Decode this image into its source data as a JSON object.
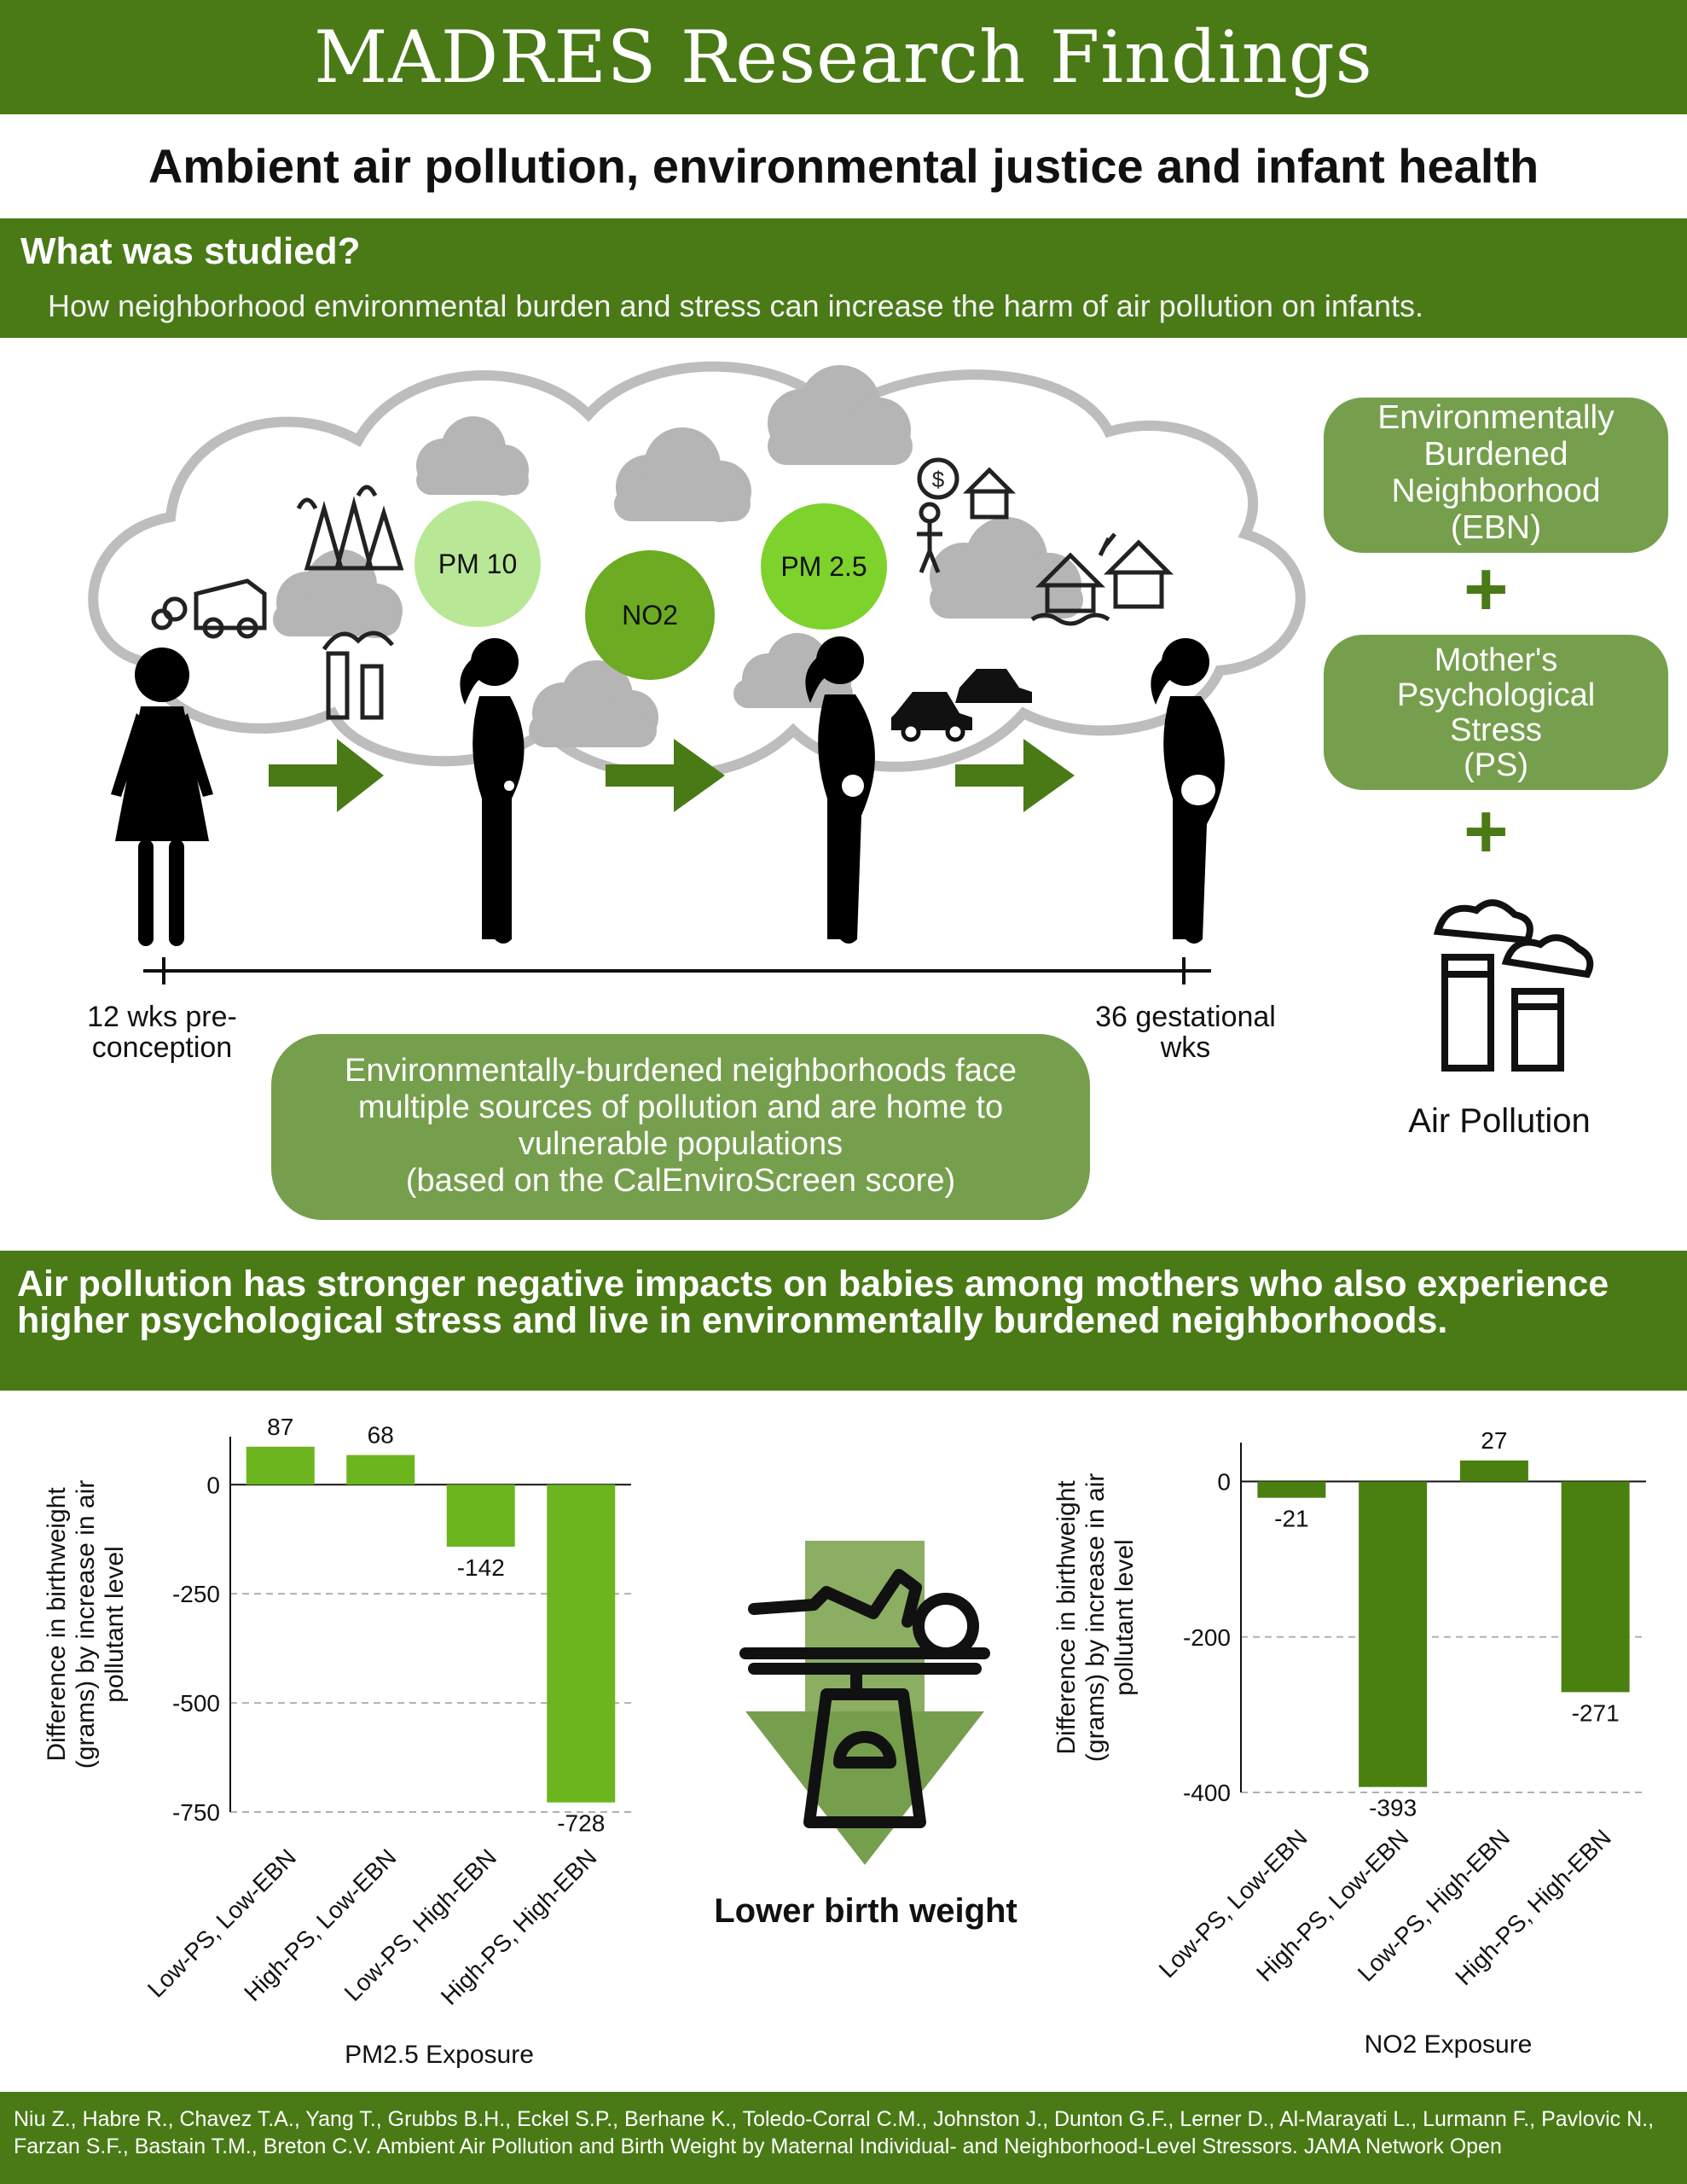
{
  "header": {
    "title": "MADRES Research Findings",
    "subtitle": "Ambient air pollution, environmental justice and infant health"
  },
  "studied": {
    "heading": "What was studied?",
    "description": "How neighborhood environmental burden and stress can increase the harm of air pollution on infants."
  },
  "timeline": {
    "pollutants": [
      "PM 10",
      "NO2",
      "PM 2.5"
    ],
    "start_label": [
      "12 wks pre-",
      "conception"
    ],
    "end_label": [
      "36 gestational",
      "wks"
    ],
    "note": [
      "Environmentally-burdened neighborhoods face",
      "multiple sources of pollution and are home to",
      "vulnerable populations",
      "(based on the CalEnviroScreen score)"
    ]
  },
  "factors": {
    "ebn": [
      "Environmentally",
      "Burdened",
      "Neighborhood",
      "(EBN)"
    ],
    "ps": [
      "Mother's",
      "Psychological",
      "Stress",
      "(PS)"
    ],
    "air": "Air Pollution",
    "plus": "+"
  },
  "finding": {
    "text": "Air pollution has stronger negative impacts on babies among mothers who also experience higher psychological stress and live in environmentally burdened neighborhoods."
  },
  "center_icon": {
    "label": "Lower birth weight"
  },
  "colors": {
    "dark_green": "#497a16",
    "mid_green": "#769f4d",
    "light_green": "#b8e896",
    "bright_green": "#6cba1e",
    "chart_pm25": "#6cb51e",
    "chart_no2": "#4a8010"
  },
  "chart_data": [
    {
      "type": "bar",
      "title": "",
      "xlabel": "PM2.5 Exposure",
      "ylabel": [
        "Difference in birthweight",
        "(grams) by increase in air",
        "pollutant level"
      ],
      "categories": [
        "Low-PS, Low-EBN",
        "High-PS, Low-EBN",
        "Low-PS, High-EBN",
        "High-PS, High-EBN"
      ],
      "values": [
        87,
        68,
        -142,
        -728
      ],
      "value_labels": [
        "87",
        "68",
        "-142",
        "-728"
      ],
      "yticks": [
        0,
        -250,
        -500,
        -750
      ],
      "ylim": [
        -750,
        110
      ],
      "grid": true
    },
    {
      "type": "bar",
      "title": "",
      "xlabel": "NO2 Exposure",
      "ylabel": [
        "Difference in birthweight",
        "(grams) by increase in air",
        "pollutant level"
      ],
      "categories": [
        "Low-PS, Low-EBN",
        "High-PS, Low-EBN",
        "Low-PS, High-EBN",
        "High-PS, High-EBN"
      ],
      "values": [
        -21,
        -393,
        27,
        -271
      ],
      "value_labels": [
        "-21",
        "-393",
        "27",
        "-271"
      ],
      "yticks": [
        0,
        -200,
        -400
      ],
      "ylim": [
        -400,
        50
      ],
      "grid": true
    }
  ],
  "reference": "Niu Z., Habre R., Chavez T.A., Yang T., Grubbs B.H., Eckel S.P., Berhane K., Toledo-Corral C.M., Johnston J., Dunton G.F., Lerner D., Al-Marayati L., Lurmann F., Pavlovic N., Farzan S.F., Bastain T.M., Breton C.V. Ambient Air Pollution and Birth Weight by Maternal Individual- and Neighborhood-Level Stressors. JAMA Network Open"
}
